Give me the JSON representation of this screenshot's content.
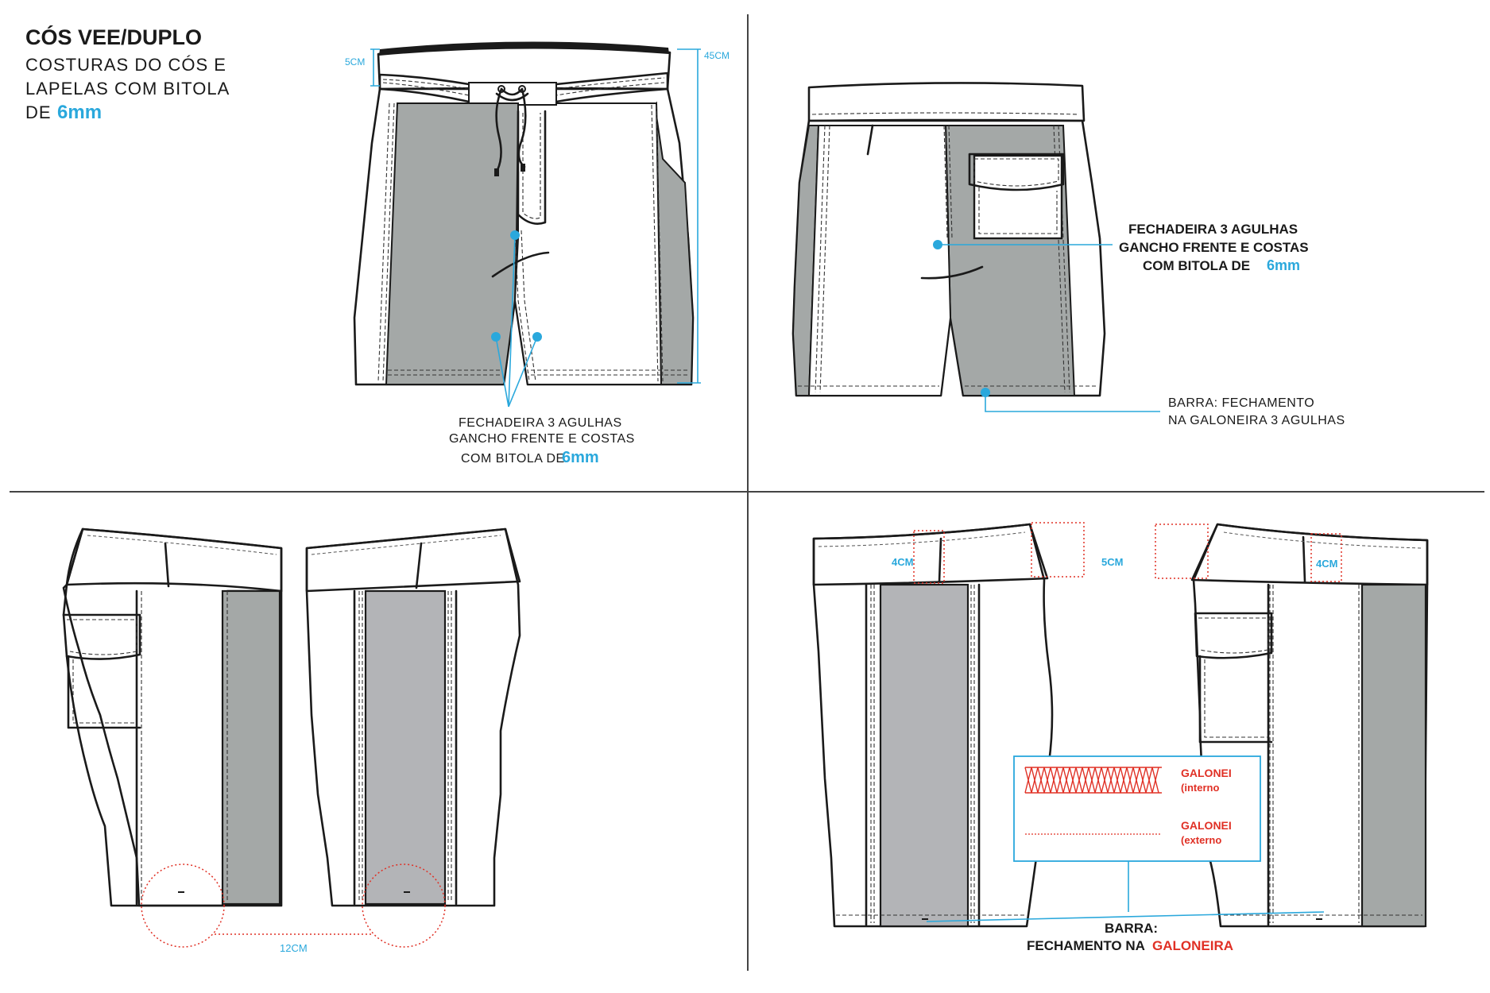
{
  "title": "CÓS VEE/DUPLO",
  "subtitle_lines": [
    "COSTURAS DO CÓS E",
    "LAPELAS  COM BITOLA"
  ],
  "subtitle_prefix": "DE",
  "subtitle_value": "6mm",
  "dims": {
    "waist_5cm": "5CM",
    "length_45cm": "45CM",
    "hem_12cm": "12CM",
    "side_4cm_left": "4CM",
    "side_5cm": "5CM",
    "side_4cm_right": "4CM"
  },
  "front_note": {
    "lines": [
      "FECHADEIRA 3 AGULHAS",
      "GANCHO FRENTE E COSTAS"
    ],
    "prefix": "COM BITOLA DE",
    "value": "6mm"
  },
  "back_note": {
    "lines": [
      "FECHADEIRA 3 AGULHAS",
      "GANCHO FRENTE E COSTAS"
    ],
    "prefix": "COM BITOLA DE",
    "value": "6mm"
  },
  "back_hem_note": [
    "BARRA: FECHAMENTO",
    "NA GALONEIRA 3 AGULHAS"
  ],
  "legend": {
    "internal_label": "GALONEI",
    "internal_sub": "(interno",
    "external_label": "GALONEI",
    "external_sub": "(externo"
  },
  "side_hem_note": {
    "line1": "BARRA:",
    "line2_prefix": "FECHAMENTO NA",
    "line2_highlight": "GALONEIRA"
  },
  "colors": {
    "accent": "#2aa8dc",
    "red": "#e03025",
    "panel_gray": "#a4a8a7",
    "panel_gray_light": "#b3b4b7",
    "line": "#1a1a1a"
  }
}
